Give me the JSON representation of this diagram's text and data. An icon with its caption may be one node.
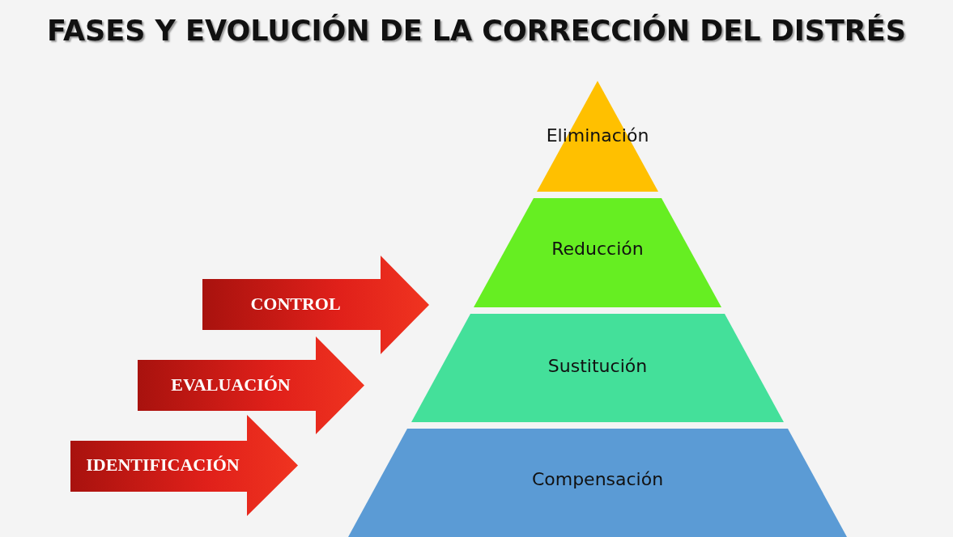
{
  "diagram": {
    "title": "FASES Y EVOLUCIÓN DE LA CORRECCIÓN DEL DISTRÉS",
    "nodes": [
      {
        "text": [
          "Eliminación"
        ]
      },
      {
        "text": [
          "Reducción"
        ]
      },
      {
        "text": [
          "CONTROL"
        ]
      },
      {
        "text": [
          "Sustitución"
        ]
      },
      {
        "text": [
          "EVALUACIÓN"
        ]
      },
      {
        "text": [
          "IDENTIFICACIÓN"
        ]
      },
      {
        "text": [
          "Compensación"
        ]
      }
    ],
    "edges": []
  }
}
